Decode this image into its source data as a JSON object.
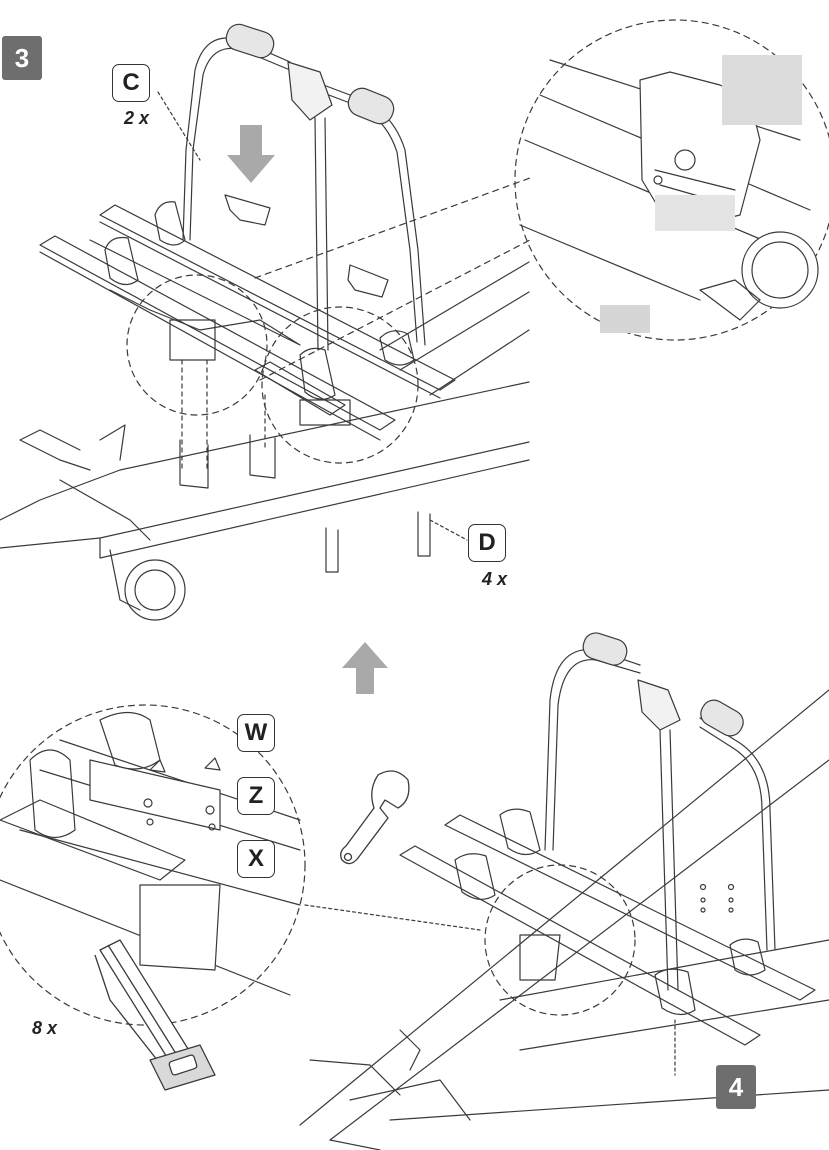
{
  "steps": {
    "step3": "3",
    "step4": "4"
  },
  "parts": {
    "c": {
      "letter": "C",
      "qty": "2 x"
    },
    "d": {
      "letter": "D",
      "qty": "4 x"
    },
    "w": {
      "letter": "W"
    },
    "z": {
      "letter": "Z"
    },
    "x": {
      "letter": "X"
    },
    "saw_qty": "8 x"
  },
  "icons": [
    "down-arrow-icon",
    "up-arrow-icon",
    "wrench-icon",
    "hacksaw-icon",
    "bracket-icon",
    "u-bolt-icon"
  ],
  "colors": {
    "line": "#3a3a3a",
    "arrow": "#a9a9a9",
    "badge": "#6e6e6e",
    "panel": "#e8e8e8"
  }
}
